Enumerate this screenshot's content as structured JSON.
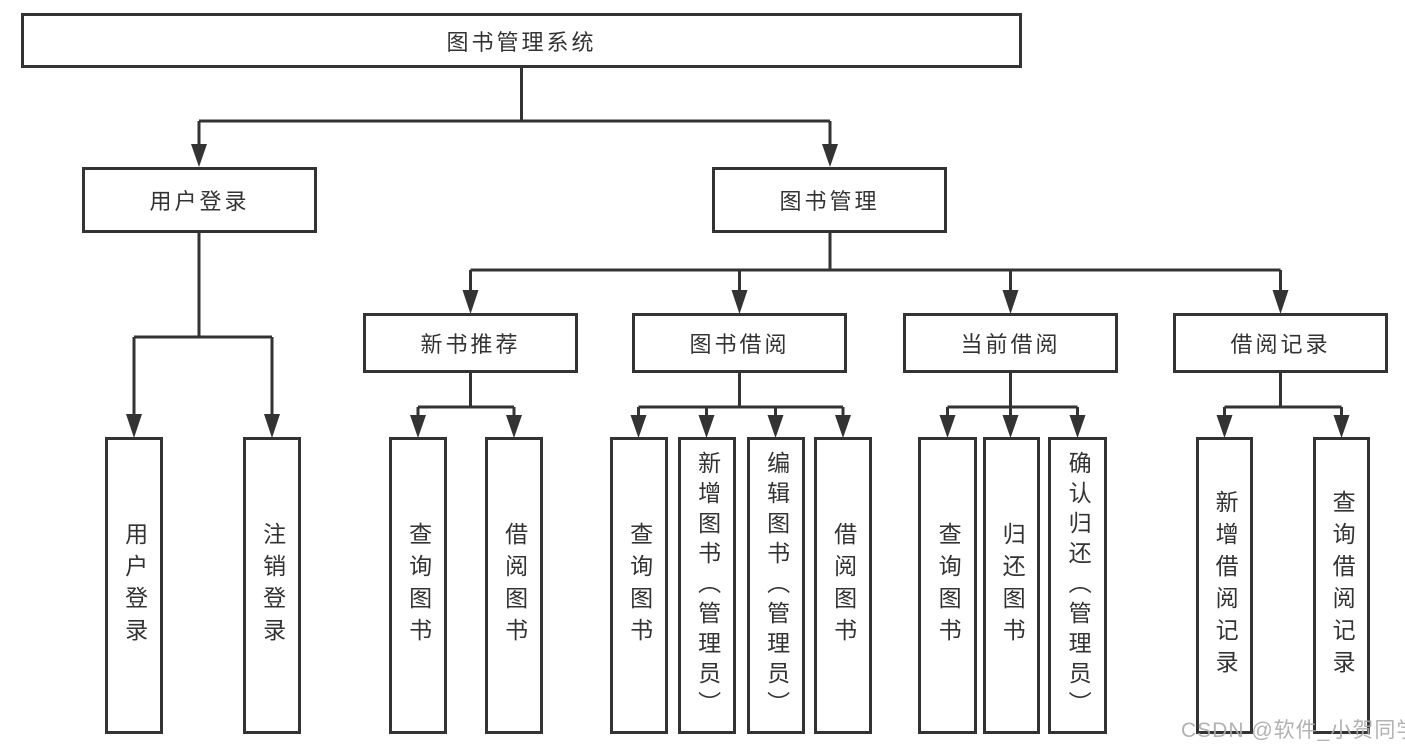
{
  "diagram": {
    "root": {
      "label": "图书管理系统"
    },
    "level2": [
      {
        "id": "user-login",
        "label": "用户登录"
      },
      {
        "id": "book-management",
        "label": "图书管理"
      }
    ],
    "level3": [
      {
        "id": "new-book-recommend",
        "label": "新书推荐"
      },
      {
        "id": "book-borrowing",
        "label": "图书借阅"
      },
      {
        "id": "current-borrowing",
        "label": "当前借阅"
      },
      {
        "id": "borrow-records",
        "label": "借阅记录"
      }
    ],
    "leaves": [
      {
        "id": "user-login-leaf",
        "label": "用户登录"
      },
      {
        "id": "logout-leaf",
        "label": "注销登录"
      },
      {
        "id": "recommend-query-books",
        "label": "查询图书"
      },
      {
        "id": "recommend-borrow-books",
        "label": "借阅图书"
      },
      {
        "id": "borrowing-query-books",
        "label": "查询图书"
      },
      {
        "id": "borrowing-add-books-admin",
        "label": "新增图书（管理员）"
      },
      {
        "id": "borrowing-edit-books-admin",
        "label": "编辑图书（管理员）"
      },
      {
        "id": "borrowing-borrow-books",
        "label": "借阅图书"
      },
      {
        "id": "current-query-books",
        "label": "查询图书"
      },
      {
        "id": "current-return-books",
        "label": "归还图书"
      },
      {
        "id": "current-confirm-return-admin",
        "label": "确认归还（管理员）"
      },
      {
        "id": "records-add-borrow-record",
        "label": "新增借阅记录"
      },
      {
        "id": "records-query-borrow-record",
        "label": "查询借阅记录"
      }
    ],
    "watermark": "CSDN @软件_小贺同学",
    "colors": {
      "line": "#333333",
      "box_border": "#333333",
      "box_fill": "#ffffff",
      "text": "#333333",
      "watermark": "#ababab",
      "background": "#ffffff"
    }
  }
}
